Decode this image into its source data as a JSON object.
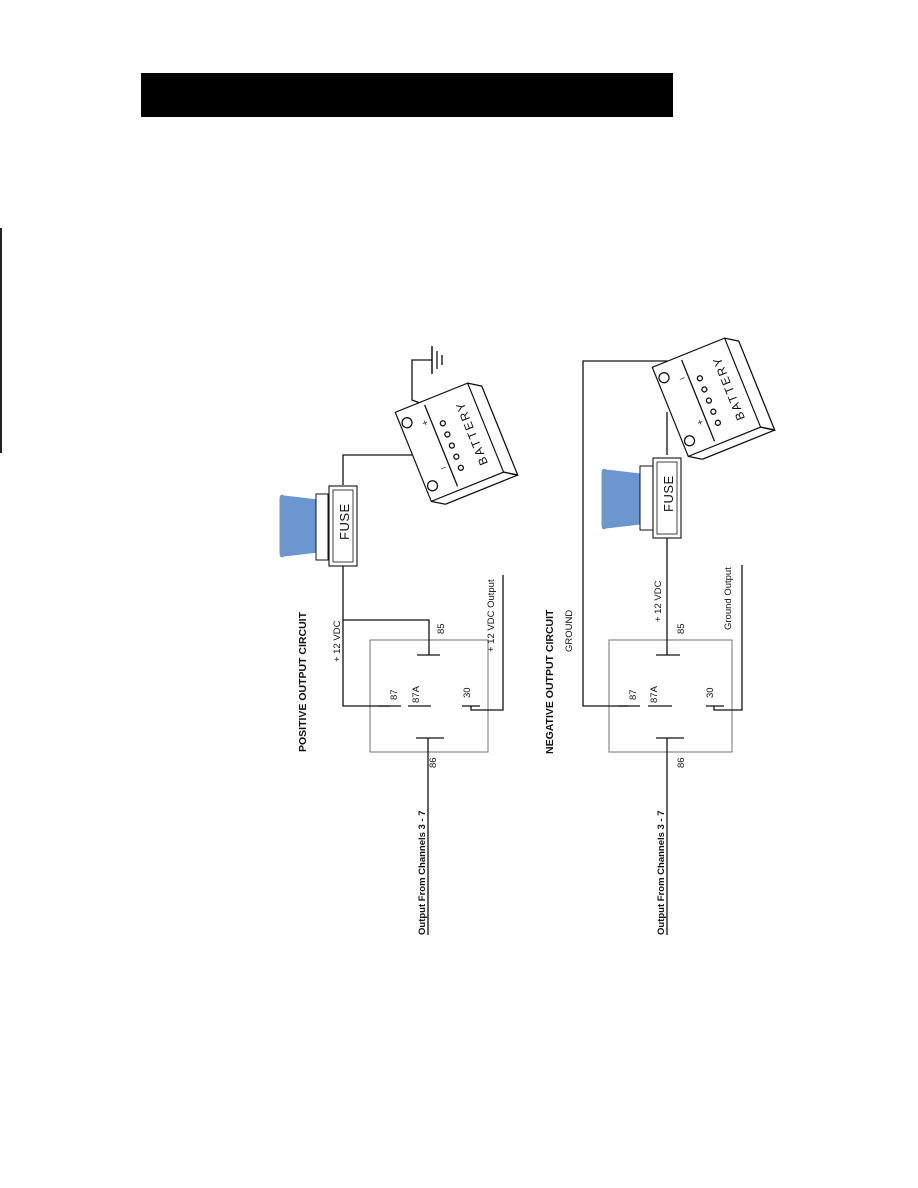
{
  "colors": {
    "header_bar": "#000000",
    "fuse_cap": "#6b96cf",
    "line": "#111111",
    "relay_outline": "#888888"
  },
  "positive_circuit": {
    "title": "POSITIVE OUTPUT CIRCUIT",
    "input_label": "Output From Channels 3 - 7",
    "supply_label": "+ 12 VDC",
    "output_label": "+ 12 VDC Output",
    "pins": {
      "p85": "85",
      "p86": "86",
      "p87": "87",
      "p87a": "87A",
      "p30": "30"
    },
    "fuse_label": "FUSE",
    "battery_label": "BATTERY",
    "battery_pos": "+",
    "battery_neg": "–"
  },
  "negative_circuit": {
    "title": "NEGATIVE OUTPUT CIRCUIT",
    "ground_label": "GROUND",
    "input_label": "Output From Channels 3 - 7",
    "supply_label": "+ 12 VDC",
    "output_label": "Ground Output",
    "pins": {
      "p85": "85",
      "p86": "86",
      "p87": "87",
      "p87a": "87A",
      "p30": "30"
    },
    "fuse_label": "FUSE",
    "battery_label": "BATTERY",
    "battery_pos": "+",
    "battery_neg": "–"
  }
}
